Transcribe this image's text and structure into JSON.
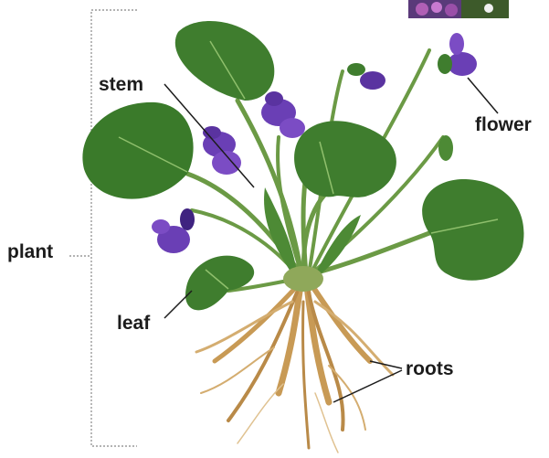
{
  "labels": {
    "stem": "stem",
    "flower": "flower",
    "plant": "plant",
    "leaf": "leaf",
    "roots": "roots"
  },
  "colors": {
    "leaf": "#3f7d2e",
    "leaf_dark": "#2a5c1f",
    "vein": "#8fbf6c",
    "petal": "#6a3fb5",
    "petal_dark": "#3f2380",
    "stem": "#6b9a45",
    "root": "#c89a55",
    "root_dark": "#8e6430",
    "leader": "#1c1c1c",
    "bracket": "#9a9a9a"
  }
}
